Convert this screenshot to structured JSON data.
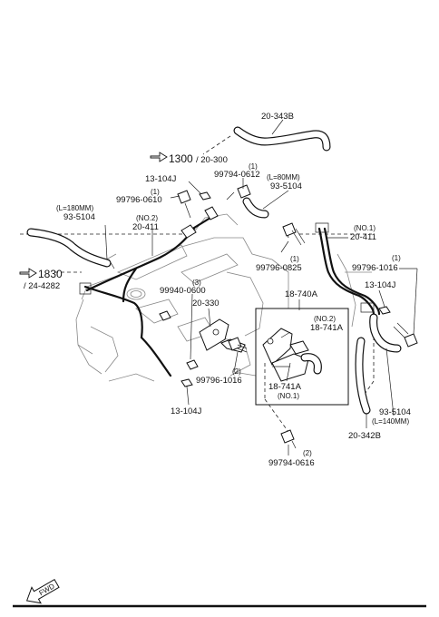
{
  "diagram": {
    "labels": {
      "hose_top": "20-343B",
      "ref_1300": "1300",
      "ref_1300_sub": "/ 20-300",
      "clip_13104j_top": "13-104J",
      "qty_99794_0612": "(1)",
      "part_99794_0612": "99794-0612",
      "length_80": "(L=80MM)",
      "part_93_5104_mid": "93-5104",
      "qty_99796_0610": "(1)",
      "part_99796_0610": "99796-0610",
      "length_180": "(L=180MM)",
      "part_93_5104_left": "93-5104",
      "note_no2_pipe": "(NO.2)",
      "pipe_20411_left": "20-411",
      "ref_1830": "1830",
      "ref_1830_sub": "/ 24-4282",
      "note_no1_pipe": "(NO.1)",
      "pipe_20411_right": "20-411",
      "qty_99796_0825": "(1)",
      "part_99796_0825": "99796-0825",
      "qty_99796_1016_right": "(1)",
      "part_99796_1016_right": "99796-1016",
      "clip_13104j_right": "13-104J",
      "qty_99940_0600": "(3)",
      "part_99940_0600": "99940-0600",
      "bracket_20330": "20-330",
      "assy_18740a": "18-740A",
      "note_no2_valve": "(NO.2)",
      "valve_18741a_top": "18-741A",
      "valve_18741a_bottom": "18-741A",
      "note_no1_valve": "(NO.1)",
      "qty_99796_1016_mid": "(2)",
      "part_99796_1016_mid": "99796-1016",
      "clip_13104j_bottom": "13-104J",
      "part_93_5104_right": "93-5104",
      "length_140": "(L=140MM)",
      "hose_20342b": "20-342B",
      "qty_99794_0616": "(2)",
      "part_99794_0616": "99794-0616",
      "fwd": "FWD"
    }
  }
}
